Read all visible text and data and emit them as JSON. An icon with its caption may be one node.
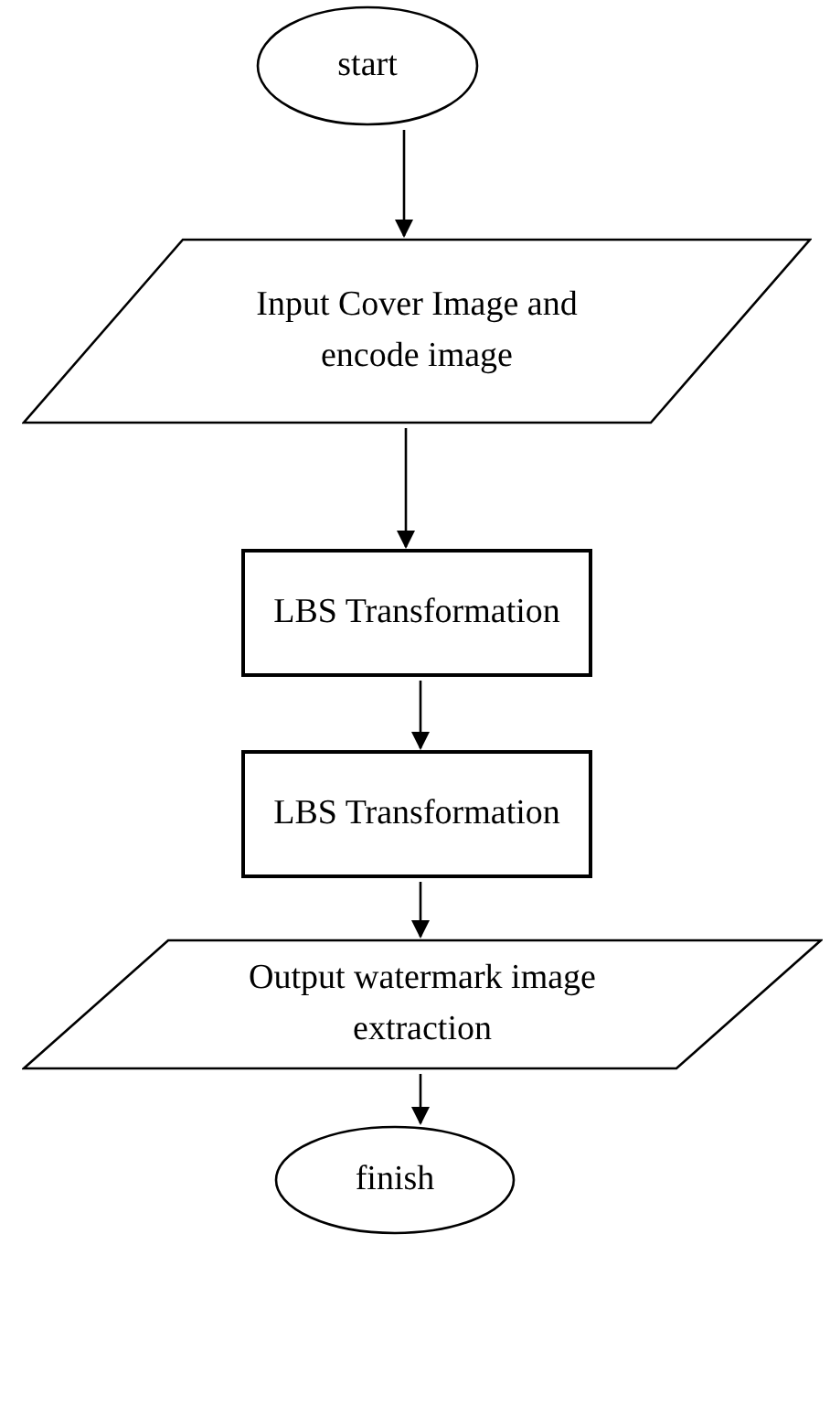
{
  "diagram": {
    "nodes": [
      {
        "text": [
          "start"
        ]
      },
      {
        "text": [
          "Input Cover Image and encode image"
        ]
      },
      {
        "text": [
          "LBS Transformation"
        ]
      },
      {
        "text": [
          "LBS Transformation"
        ]
      },
      {
        "text": [
          "Output watermark image extraction"
        ]
      },
      {
        "text": [
          "finish"
        ]
      }
    ],
    "edges": [
      {
        "from": 0,
        "to": 1,
        "arrow": "to"
      },
      {
        "from": 1,
        "to": 2,
        "arrow": "to"
      },
      {
        "from": 2,
        "to": 3,
        "arrow": "to"
      },
      {
        "from": 3,
        "to": 4,
        "arrow": "to"
      },
      {
        "from": 4,
        "to": 5,
        "arrow": "to"
      }
    ]
  }
}
